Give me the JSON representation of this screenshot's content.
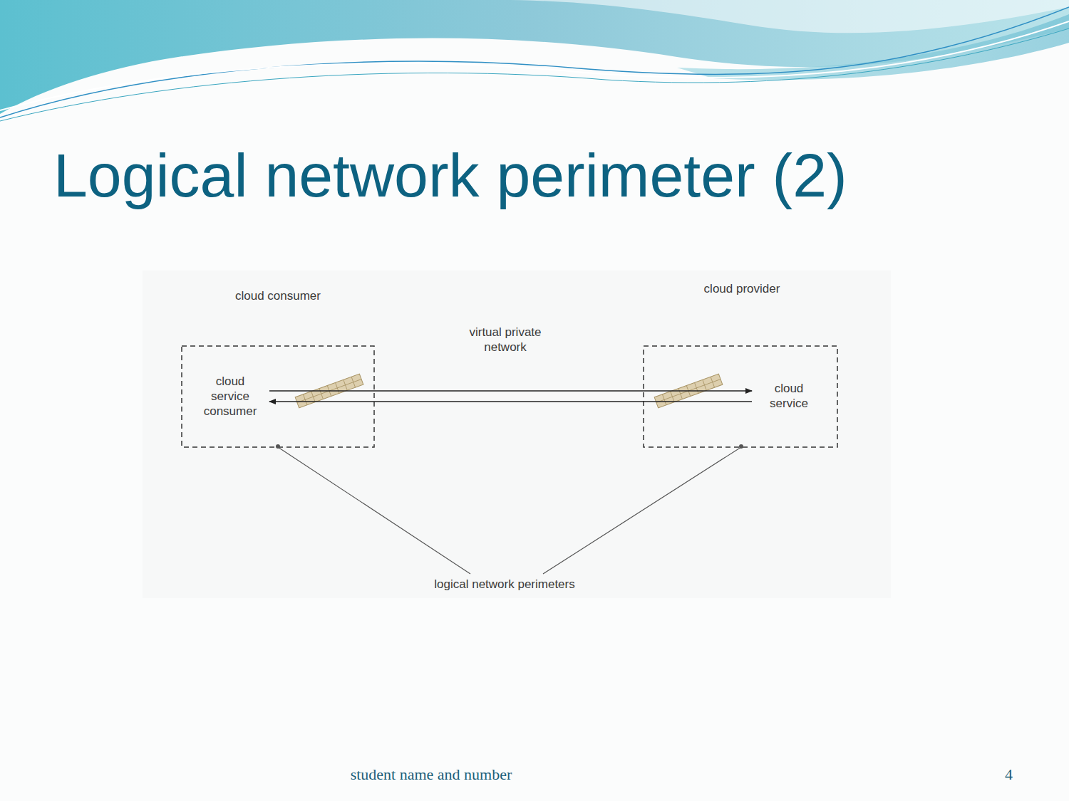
{
  "diagram": {
    "title": "Logical network perimeter (2)",
    "nodes": [
      {
        "text": [
          "cloud consumer"
        ]
      },
      {
        "text": [
          "cloud service consumer"
        ],
        "in": 0
      },
      {
        "text": [
          "virtual private network"
        ]
      },
      {
        "text": [
          "cloud provider"
        ]
      },
      {
        "text": [
          "cloud service"
        ],
        "in": 3
      }
    ],
    "edges": [
      {
        "from": 1,
        "to": 4,
        "arrow": "to"
      },
      {
        "from": 4,
        "to": 1,
        "arrow": "to"
      }
    ],
    "labels": [
      "logical network perimeters",
      "student name and number",
      "4"
    ]
  }
}
